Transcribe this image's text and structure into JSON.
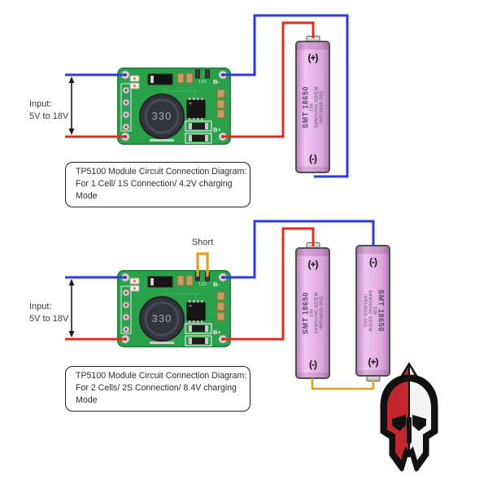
{
  "diagram1": {
    "input_line1": "Input:",
    "input_line2": "5V to 18V",
    "caption_line1": "TP5100 Module Circuit Connection Diagram:",
    "caption_line2": "For 1 Cell/ 1S Connection/ 4.2V charging Mode"
  },
  "diagram2": {
    "input_line1": "Input:",
    "input_line2": "5V to 18V",
    "short_label": "Short",
    "caption_line1": "TP5100 Module Circuit Connection Diagram:",
    "caption_line2": "For 2 Cells/ 2S Connection/ 8.4V charging Mode"
  },
  "module": {
    "inductor_label": "330",
    "b_minus_label": "B-",
    "b_plus_label": "B+",
    "set_pads_label": "12S"
  },
  "battery": {
    "positive_label": "(+)",
    "negative_label": "(-)",
    "label_line_big": "SMT 18650",
    "label_line_code": "136",
    "label_line_brand": "SAMSUNG SDIEM",
    "label_line_model": "INR18650-30Q"
  },
  "colors": {
    "wire_positive_red": "#e8281c",
    "wire_negative_blue": "#2d3be0",
    "wire_series_yellow": "#e8a11d",
    "pcb_green": "#2ba04a",
    "battery_pink": "#e3b2e3",
    "logo_red": "#c1272d"
  }
}
